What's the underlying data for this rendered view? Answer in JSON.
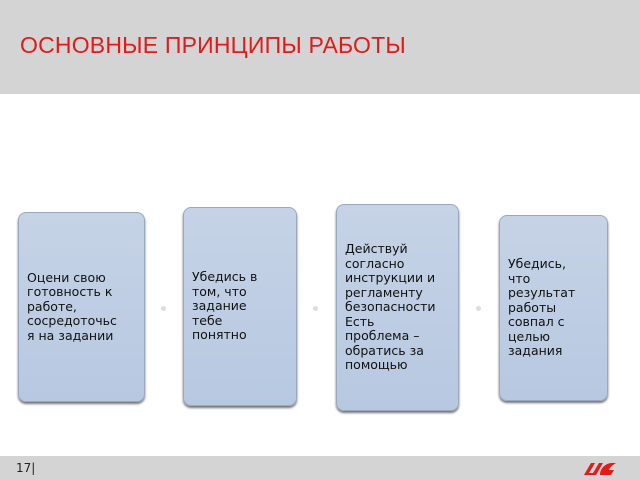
{
  "slide": {
    "title": "ОСНОВНЫЕ ПРИНЦИПЫ РАБОТЫ"
  },
  "cards": [
    {
      "text": "Оцени свою\nготовность к\nработе,\nсосредоточьс\nя на задании"
    },
    {
      "text": "Убедись в\nтом, что\nзадание\nтебе\nпонятно"
    },
    {
      "text": "Действуй\nсогласно\nинструкции и\nрегламенту\nбезопасности\nЕсть\nпроблема –\nобратись за\nпомощью"
    },
    {
      "text": "Убедись,\nчто\nрезультат\nработы\nсовпал с\nцелью\nзадания"
    }
  ],
  "footer": {
    "page": "17|",
    "logo": "rzd-logo-icon",
    "logo_color": "#e21a1a"
  },
  "colors": {
    "title": "#e21a1a",
    "card_fill": "#b9c9e0",
    "band": "#d4d4d4"
  }
}
